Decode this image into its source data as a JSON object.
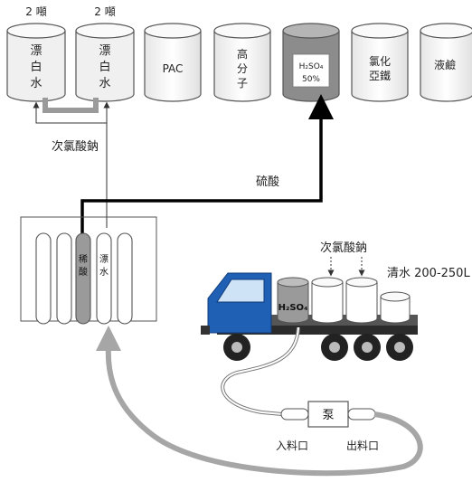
{
  "tanks": [
    {
      "id": "bleach1",
      "top_label": "2 噸",
      "label_lines": [
        "漂",
        "白",
        "水"
      ]
    },
    {
      "id": "bleach2",
      "top_label": "2 噸",
      "label_lines": [
        "漂",
        "白",
        "水"
      ]
    },
    {
      "id": "pac",
      "label_lines": [
        "PAC"
      ]
    },
    {
      "id": "polymer",
      "label_lines": [
        "高",
        "分",
        "子"
      ]
    },
    {
      "id": "h2so4",
      "label_lines": [
        "H₂SO₄",
        "50%"
      ]
    },
    {
      "id": "ferrous",
      "label_lines": [
        "氯化",
        "亞鐵"
      ]
    },
    {
      "id": "caustic",
      "label_lines": [
        "液鹼"
      ]
    }
  ],
  "labels": {
    "sodium_hypochlorite_left": "次氯酸鈉",
    "sulfuric_acid": "硫酸",
    "sodium_hypochlorite_truck": "次氯酸鈉",
    "clean_water": "清水 200-250L",
    "truck_tank_h2so4": "H₂SO₄",
    "pump": "泵",
    "inlet": "入料口",
    "outlet": "出料口",
    "membrane_acid": "稀酸",
    "membrane_bleach": "漂水"
  },
  "colors": {
    "tank_outline": "#555555",
    "acid_tank_fill": "#8c8c8c",
    "bleach_tank_fill": "#f2f2f2",
    "truck_cab": "#1f5fb4",
    "arrow_gray": "#a6a6a6",
    "line_black": "#000000"
  }
}
